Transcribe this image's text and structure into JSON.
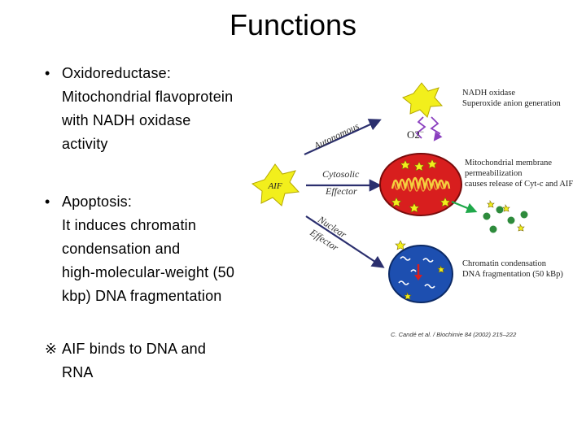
{
  "title": "Functions",
  "bullets": [
    {
      "marker": "•",
      "lines": [
        "Oxidoreductase:",
        "Mitochondrial flavoprotein",
        "with NADH oxidase",
        "activity"
      ]
    },
    {
      "marker": "•",
      "lines": [
        "Apoptosis:",
        "It induces chromatin",
        "condensation and",
        "high-molecular-weight (50",
        "kbp) DNA fragmentation"
      ]
    }
  ],
  "note": {
    "marker": "※",
    "lines": [
      "AIF binds to DNA and",
      "RNA"
    ]
  },
  "figure": {
    "aif_label": "AIF",
    "arrow_autonomous": "Autonomous",
    "arrow_cytosolic": [
      "Cytosolic",
      "Effector"
    ],
    "arrow_nuclear": [
      "Nuclear",
      "Effector"
    ],
    "o2_label": "O2",
    "o2_sup": "−",
    "nadh_text": [
      "NADH oxidase",
      "Superoxide anion generation"
    ],
    "mito_text": [
      "Mitochondrial membrane",
      "permeabilization",
      "causes release of Cyt-c and AIF"
    ],
    "nucleus_text": [
      "Chromatin condensation",
      "DNA fragmentation (50 kBp)"
    ],
    "citation": "C. Candé et al. / Biochimie 84 (2002) 215–222",
    "colors": {
      "aif_yellow": "#f2ef1c",
      "mito_red": "#d81e1e",
      "nucleus_blue": "#1d4fb0",
      "vesicle_green": "#2e8b3c",
      "release_arrow": "#1fa84a",
      "superoxide_purple": "#8a3fbf",
      "arrow_navy": "#2b2f6e"
    }
  }
}
